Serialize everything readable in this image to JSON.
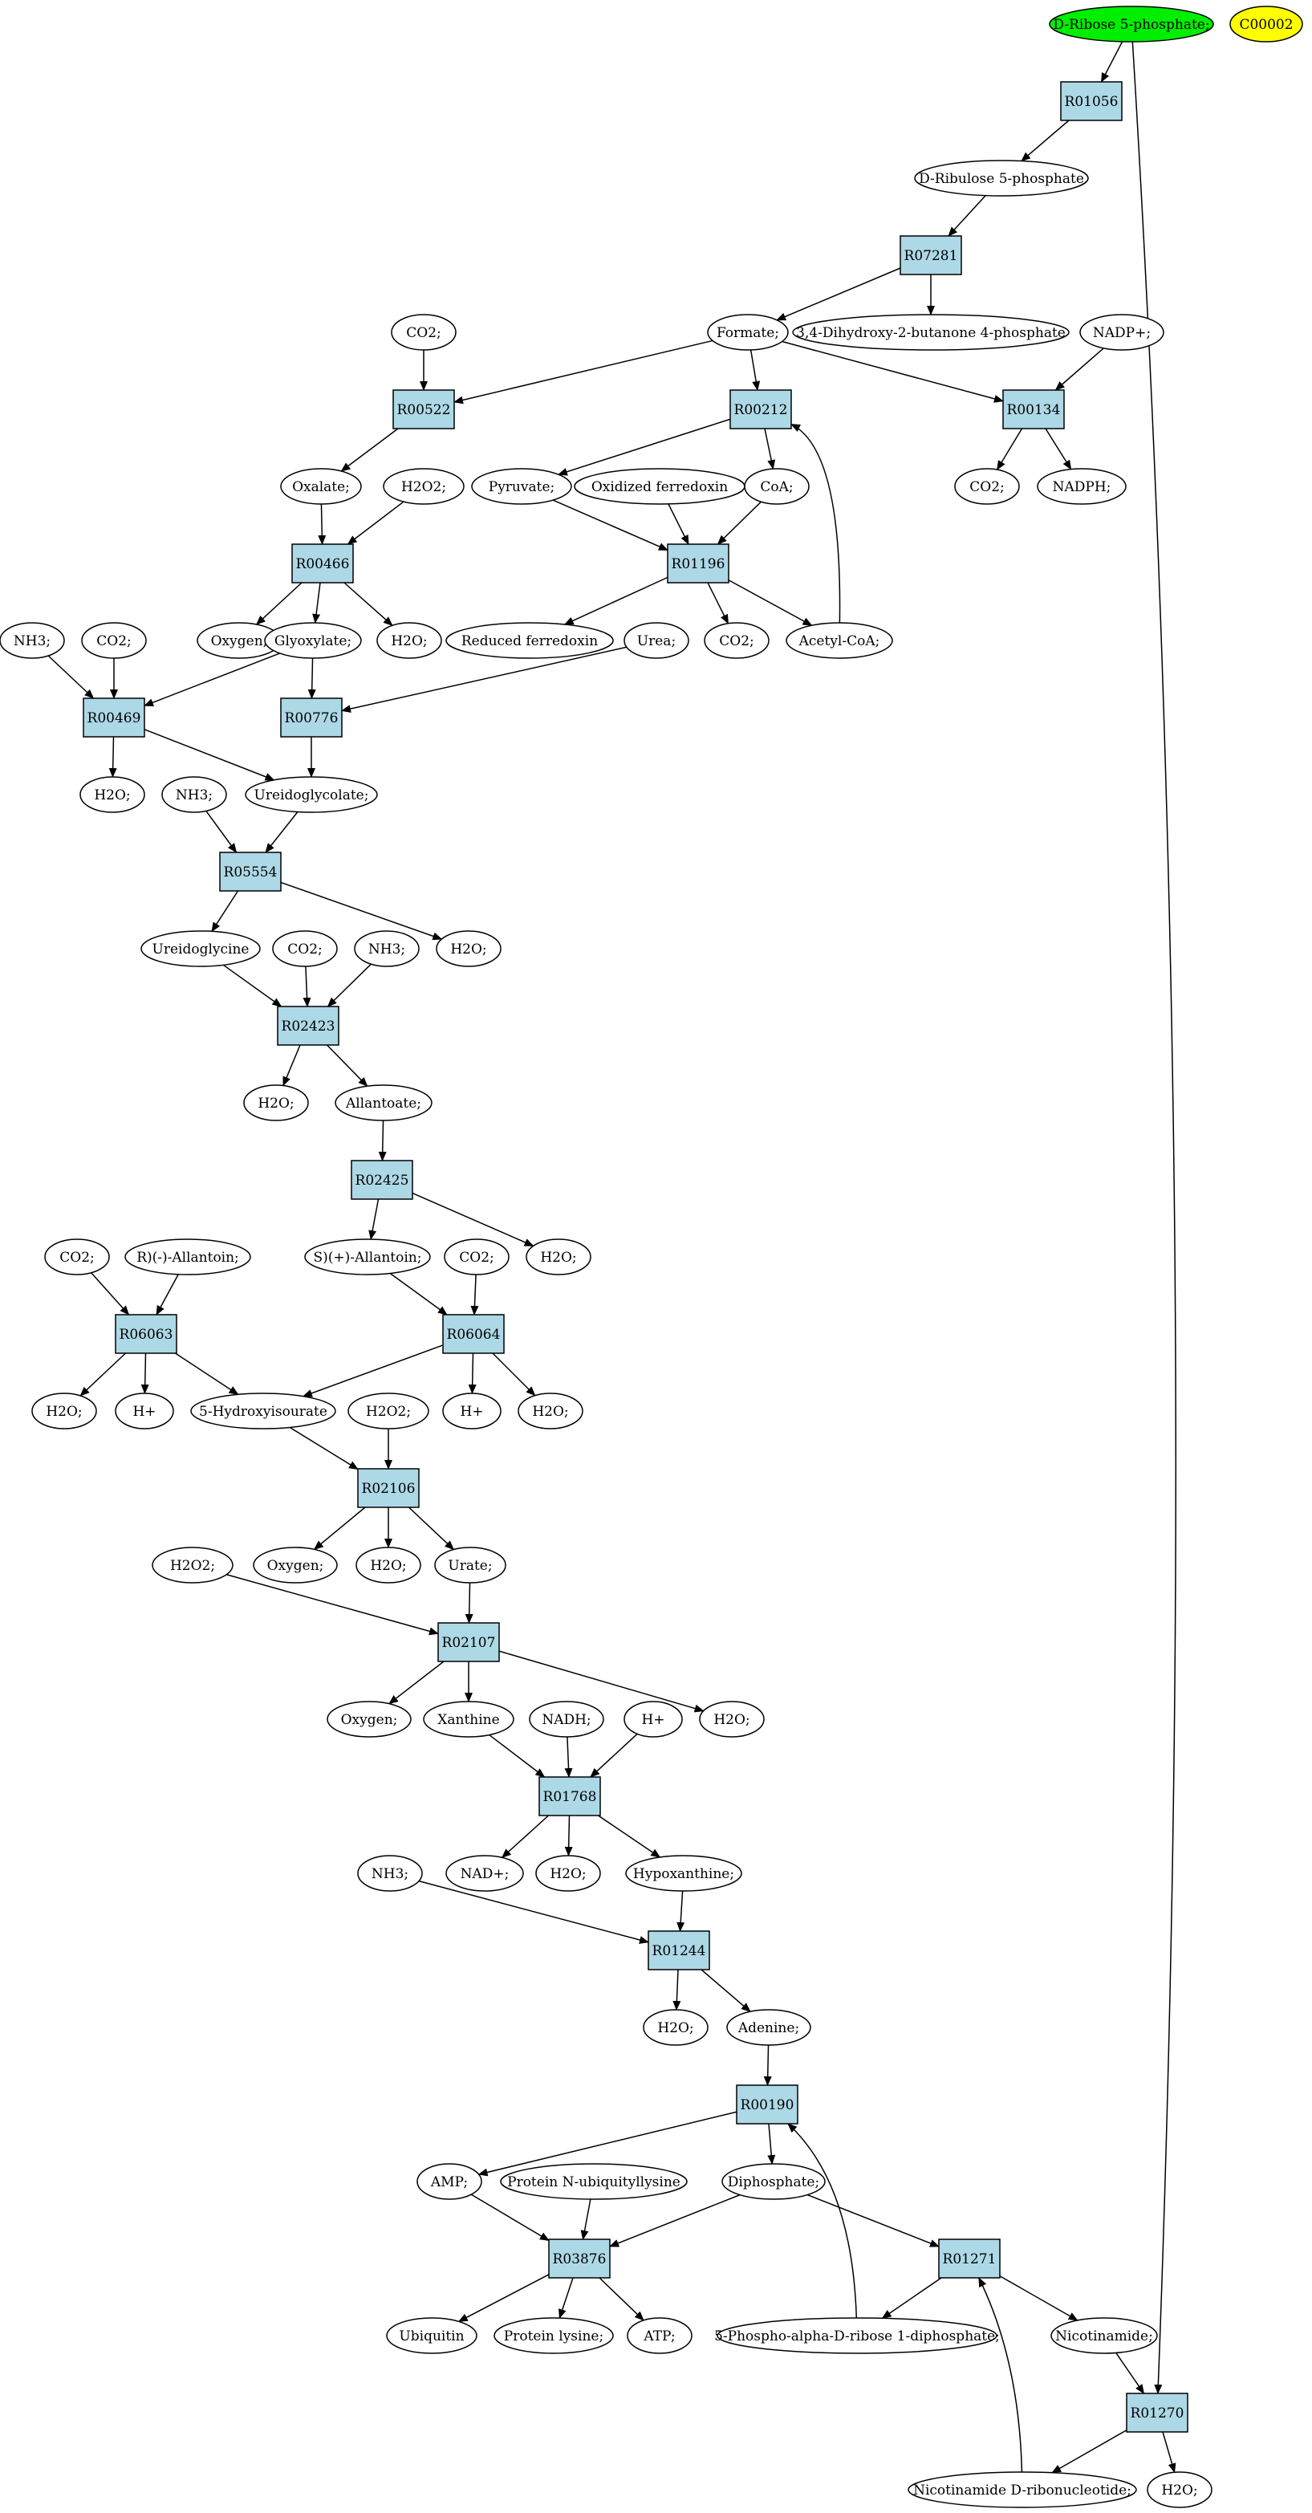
{
  "diagram": {
    "colors": {
      "reaction_fill": "#add8e6",
      "metabolite_fill": "#ffffff",
      "start_fill": "#00ee00",
      "target_fill": "#ffff00"
    },
    "nodes": [
      {
        "id": "m_ribose5p",
        "kind": "metabolite",
        "label": "D-Ribose 5-phosphate;",
        "role": "start"
      },
      {
        "id": "m_c00002",
        "kind": "metabolite",
        "label": "C00002",
        "role": "target"
      },
      {
        "id": "r_R01056",
        "kind": "reaction",
        "label": "R01056"
      },
      {
        "id": "m_ribulose5p",
        "kind": "metabolite",
        "label": "D-Ribulose 5-phosphate"
      },
      {
        "id": "r_R07281",
        "kind": "reaction",
        "label": "R07281"
      },
      {
        "id": "m_formate",
        "kind": "metabolite",
        "label": "Formate;"
      },
      {
        "id": "m_dhbp",
        "kind": "metabolite",
        "label": "3,4-Dihydroxy-2-butanone 4-phosphate"
      },
      {
        "id": "m_co2_a",
        "kind": "metabolite",
        "label": "CO2;"
      },
      {
        "id": "m_nadp",
        "kind": "metabolite",
        "label": "NADP+;"
      },
      {
        "id": "r_R00522",
        "kind": "reaction",
        "label": "R00522"
      },
      {
        "id": "r_R00212",
        "kind": "reaction",
        "label": "R00212"
      },
      {
        "id": "r_R00134",
        "kind": "reaction",
        "label": "R00134"
      },
      {
        "id": "m_oxalate",
        "kind": "metabolite",
        "label": "Oxalate;"
      },
      {
        "id": "m_h2o2_a",
        "kind": "metabolite",
        "label": "H2O2;"
      },
      {
        "id": "m_pyruvate",
        "kind": "metabolite",
        "label": "Pyruvate;"
      },
      {
        "id": "m_oxfd",
        "kind": "metabolite",
        "label": "Oxidized ferredoxin"
      },
      {
        "id": "m_coa",
        "kind": "metabolite",
        "label": "CoA;"
      },
      {
        "id": "m_co2_b",
        "kind": "metabolite",
        "label": "CO2;"
      },
      {
        "id": "m_nadph",
        "kind": "metabolite",
        "label": "NADPH;"
      },
      {
        "id": "r_R00466",
        "kind": "reaction",
        "label": "R00466"
      },
      {
        "id": "r_R01196",
        "kind": "reaction",
        "label": "R01196"
      },
      {
        "id": "m_nh3_a",
        "kind": "metabolite",
        "label": "NH3;"
      },
      {
        "id": "m_co2_c",
        "kind": "metabolite",
        "label": "CO2;"
      },
      {
        "id": "m_oxygen_a",
        "kind": "metabolite",
        "label": "Oxygen;"
      },
      {
        "id": "m_glyoxylate",
        "kind": "metabolite",
        "label": "Glyoxylate;"
      },
      {
        "id": "m_h2o_a",
        "kind": "metabolite",
        "label": "H2O;"
      },
      {
        "id": "m_redfd",
        "kind": "metabolite",
        "label": "Reduced ferredoxin"
      },
      {
        "id": "m_urea",
        "kind": "metabolite",
        "label": "Urea;"
      },
      {
        "id": "m_co2_d",
        "kind": "metabolite",
        "label": "CO2;"
      },
      {
        "id": "m_acetylcoa",
        "kind": "metabolite",
        "label": "Acetyl-CoA;"
      },
      {
        "id": "r_R00469",
        "kind": "reaction",
        "label": "R00469"
      },
      {
        "id": "r_R00776",
        "kind": "reaction",
        "label": "R00776"
      },
      {
        "id": "m_h2o_b",
        "kind": "metabolite",
        "label": "H2O;"
      },
      {
        "id": "m_nh3_b",
        "kind": "metabolite",
        "label": "NH3;"
      },
      {
        "id": "m_ureidoglycolate",
        "kind": "metabolite",
        "label": "Ureidoglycolate;"
      },
      {
        "id": "r_R05554",
        "kind": "reaction",
        "label": "R05554"
      },
      {
        "id": "m_ureidoglycine",
        "kind": "metabolite",
        "label": "Ureidoglycine"
      },
      {
        "id": "m_co2_e",
        "kind": "metabolite",
        "label": "CO2;"
      },
      {
        "id": "m_nh3_c",
        "kind": "metabolite",
        "label": "NH3;"
      },
      {
        "id": "m_h2o_c",
        "kind": "metabolite",
        "label": "H2O;"
      },
      {
        "id": "r_R02423",
        "kind": "reaction",
        "label": "R02423"
      },
      {
        "id": "m_h2o_d",
        "kind": "metabolite",
        "label": "H2O;"
      },
      {
        "id": "m_allantoate",
        "kind": "metabolite",
        "label": "Allantoate;"
      },
      {
        "id": "r_R02425",
        "kind": "reaction",
        "label": "R02425"
      },
      {
        "id": "m_co2_f",
        "kind": "metabolite",
        "label": "CO2;"
      },
      {
        "id": "m_rallantoin",
        "kind": "metabolite",
        "label": "R)(-)-Allantoin;"
      },
      {
        "id": "m_sallantoin",
        "kind": "metabolite",
        "label": "S)(+)-Allantoin;"
      },
      {
        "id": "m_co2_g",
        "kind": "metabolite",
        "label": "CO2;"
      },
      {
        "id": "m_h2o_e",
        "kind": "metabolite",
        "label": "H2O;"
      },
      {
        "id": "r_R06063",
        "kind": "reaction",
        "label": "R06063"
      },
      {
        "id": "r_R06064",
        "kind": "reaction",
        "label": "R06064"
      },
      {
        "id": "m_h2o_f",
        "kind": "metabolite",
        "label": "H2O;"
      },
      {
        "id": "m_hplus_a",
        "kind": "metabolite",
        "label": "H+"
      },
      {
        "id": "m_hiu",
        "kind": "metabolite",
        "label": "5-Hydroxyisourate"
      },
      {
        "id": "m_h2o2_b",
        "kind": "metabolite",
        "label": "H2O2;"
      },
      {
        "id": "m_hplus_b",
        "kind": "metabolite",
        "label": "H+"
      },
      {
        "id": "m_h2o_g",
        "kind": "metabolite",
        "label": "H2O;"
      },
      {
        "id": "r_R02106",
        "kind": "reaction",
        "label": "R02106"
      },
      {
        "id": "m_h2o2_c",
        "kind": "metabolite",
        "label": "H2O2;"
      },
      {
        "id": "m_oxygen_b",
        "kind": "metabolite",
        "label": "Oxygen;"
      },
      {
        "id": "m_h2o_h",
        "kind": "metabolite",
        "label": "H2O;"
      },
      {
        "id": "m_urate",
        "kind": "metabolite",
        "label": "Urate;"
      },
      {
        "id": "r_R02107",
        "kind": "reaction",
        "label": "R02107"
      },
      {
        "id": "m_oxygen_c",
        "kind": "metabolite",
        "label": "Oxygen;"
      },
      {
        "id": "m_xanthine",
        "kind": "metabolite",
        "label": "Xanthine"
      },
      {
        "id": "m_nadh",
        "kind": "metabolite",
        "label": "NADH;"
      },
      {
        "id": "m_hplus_c",
        "kind": "metabolite",
        "label": "H+"
      },
      {
        "id": "m_h2o_i",
        "kind": "metabolite",
        "label": "H2O;"
      },
      {
        "id": "r_R01768",
        "kind": "reaction",
        "label": "R01768"
      },
      {
        "id": "m_nh3_d",
        "kind": "metabolite",
        "label": "NH3;"
      },
      {
        "id": "m_nad",
        "kind": "metabolite",
        "label": "NAD+;"
      },
      {
        "id": "m_h2o_j",
        "kind": "metabolite",
        "label": "H2O;"
      },
      {
        "id": "m_hypoxanthine",
        "kind": "metabolite",
        "label": "Hypoxanthine;"
      },
      {
        "id": "r_R01244",
        "kind": "reaction",
        "label": "R01244"
      },
      {
        "id": "m_h2o_k",
        "kind": "metabolite",
        "label": "H2O;"
      },
      {
        "id": "m_adenine",
        "kind": "metabolite",
        "label": "Adenine;"
      },
      {
        "id": "r_R00190",
        "kind": "reaction",
        "label": "R00190"
      },
      {
        "id": "m_amp",
        "kind": "metabolite",
        "label": "AMP;"
      },
      {
        "id": "m_protubq",
        "kind": "metabolite",
        "label": "Protein N-ubiquityllysine"
      },
      {
        "id": "m_diphosphate",
        "kind": "metabolite",
        "label": "Diphosphate;"
      },
      {
        "id": "r_R03876",
        "kind": "reaction",
        "label": "R03876"
      },
      {
        "id": "r_R01271",
        "kind": "reaction",
        "label": "R01271"
      },
      {
        "id": "m_ubiquitin",
        "kind": "metabolite",
        "label": "Ubiquitin"
      },
      {
        "id": "m_protlys",
        "kind": "metabolite",
        "label": "Protein lysine;"
      },
      {
        "id": "m_atp",
        "kind": "metabolite",
        "label": "ATP;"
      },
      {
        "id": "m_prpp",
        "kind": "metabolite",
        "label": "5-Phospho-alpha-D-ribose 1-diphosphate;"
      },
      {
        "id": "m_nicotinamide",
        "kind": "metabolite",
        "label": "Nicotinamide;"
      },
      {
        "id": "r_R01270",
        "kind": "reaction",
        "label": "R01270"
      },
      {
        "id": "m_nmn",
        "kind": "metabolite",
        "label": "Nicotinamide D-ribonucleotide;"
      },
      {
        "id": "m_h2o_l",
        "kind": "metabolite",
        "label": "H2O;"
      }
    ],
    "edges": [
      [
        "m_ribose5p",
        "r_R01056"
      ],
      [
        "m_ribose5p",
        "r_R01270"
      ],
      [
        "r_R01056",
        "m_ribulose5p"
      ],
      [
        "m_ribulose5p",
        "r_R07281"
      ],
      [
        "r_R07281",
        "m_formate"
      ],
      [
        "r_R07281",
        "m_dhbp"
      ],
      [
        "m_formate",
        "r_R00522"
      ],
      [
        "m_formate",
        "r_R00212"
      ],
      [
        "m_formate",
        "r_R00134"
      ],
      [
        "m_co2_a",
        "r_R00522"
      ],
      [
        "m_nadp",
        "r_R00134"
      ],
      [
        "r_R00522",
        "m_oxalate"
      ],
      [
        "r_R00212",
        "m_pyruvate"
      ],
      [
        "r_R00212",
        "m_coa"
      ],
      [
        "r_R00134",
        "m_co2_b"
      ],
      [
        "r_R00134",
        "m_nadph"
      ],
      [
        "m_oxalate",
        "r_R00466"
      ],
      [
        "m_h2o2_a",
        "r_R00466"
      ],
      [
        "m_pyruvate",
        "r_R01196"
      ],
      [
        "m_oxfd",
        "r_R01196"
      ],
      [
        "m_coa",
        "r_R01196"
      ],
      [
        "r_R00466",
        "m_oxygen_a"
      ],
      [
        "r_R00466",
        "m_glyoxylate"
      ],
      [
        "r_R00466",
        "m_h2o_a"
      ],
      [
        "r_R01196",
        "m_redfd"
      ],
      [
        "r_R01196",
        "m_co2_d"
      ],
      [
        "r_R01196",
        "m_acetylcoa"
      ],
      [
        "m_acetylcoa",
        "r_R00212"
      ],
      [
        "m_nh3_a",
        "r_R00469"
      ],
      [
        "m_co2_c",
        "r_R00469"
      ],
      [
        "m_glyoxylate",
        "r_R00469"
      ],
      [
        "m_glyoxylate",
        "r_R00776"
      ],
      [
        "m_urea",
        "r_R00776"
      ],
      [
        "r_R00469",
        "m_h2o_b"
      ],
      [
        "r_R00469",
        "m_ureidoglycolate"
      ],
      [
        "r_R00776",
        "m_ureidoglycolate"
      ],
      [
        "m_nh3_b",
        "r_R05554"
      ],
      [
        "m_ureidoglycolate",
        "r_R05554"
      ],
      [
        "r_R05554",
        "m_ureidoglycine"
      ],
      [
        "r_R05554",
        "m_h2o_c"
      ],
      [
        "m_ureidoglycine",
        "r_R02423"
      ],
      [
        "m_co2_e",
        "r_R02423"
      ],
      [
        "m_nh3_c",
        "r_R02423"
      ],
      [
        "r_R02423",
        "m_h2o_d"
      ],
      [
        "r_R02423",
        "m_allantoate"
      ],
      [
        "m_allantoate",
        "r_R02425"
      ],
      [
        "r_R02425",
        "m_sallantoin"
      ],
      [
        "r_R02425",
        "m_h2o_e"
      ],
      [
        "m_co2_f",
        "r_R06063"
      ],
      [
        "m_rallantoin",
        "r_R06063"
      ],
      [
        "m_sallantoin",
        "r_R06064"
      ],
      [
        "m_co2_g",
        "r_R06064"
      ],
      [
        "r_R06063",
        "m_h2o_f"
      ],
      [
        "r_R06063",
        "m_hplus_a"
      ],
      [
        "r_R06063",
        "m_hiu"
      ],
      [
        "r_R06064",
        "m_hiu"
      ],
      [
        "r_R06064",
        "m_hplus_b"
      ],
      [
        "r_R06064",
        "m_h2o_g"
      ],
      [
        "m_hiu",
        "r_R02106"
      ],
      [
        "m_h2o2_b",
        "r_R02106"
      ],
      [
        "r_R02106",
        "m_oxygen_b"
      ],
      [
        "r_R02106",
        "m_h2o_h"
      ],
      [
        "r_R02106",
        "m_urate"
      ],
      [
        "m_h2o2_c",
        "r_R02107"
      ],
      [
        "m_urate",
        "r_R02107"
      ],
      [
        "r_R02107",
        "m_oxygen_c"
      ],
      [
        "r_R02107",
        "m_xanthine"
      ],
      [
        "r_R02107",
        "m_h2o_i"
      ],
      [
        "m_xanthine",
        "r_R01768"
      ],
      [
        "m_nadh",
        "r_R01768"
      ],
      [
        "m_hplus_c",
        "r_R01768"
      ],
      [
        "r_R01768",
        "m_nad"
      ],
      [
        "r_R01768",
        "m_h2o_j"
      ],
      [
        "r_R01768",
        "m_hypoxanthine"
      ],
      [
        "m_nh3_d",
        "r_R01244"
      ],
      [
        "m_hypoxanthine",
        "r_R01244"
      ],
      [
        "r_R01244",
        "m_h2o_k"
      ],
      [
        "r_R01244",
        "m_adenine"
      ],
      [
        "m_adenine",
        "r_R00190"
      ],
      [
        "m_prpp",
        "r_R00190"
      ],
      [
        "r_R00190",
        "m_amp"
      ],
      [
        "r_R00190",
        "m_diphosphate"
      ],
      [
        "m_amp",
        "r_R03876"
      ],
      [
        "m_protubq",
        "r_R03876"
      ],
      [
        "m_diphosphate",
        "r_R03876"
      ],
      [
        "m_diphosphate",
        "r_R01271"
      ],
      [
        "m_nmn",
        "r_R01271"
      ],
      [
        "r_R03876",
        "m_ubiquitin"
      ],
      [
        "r_R03876",
        "m_protlys"
      ],
      [
        "r_R03876",
        "m_atp"
      ],
      [
        "r_R01271",
        "m_prpp"
      ],
      [
        "r_R01271",
        "m_nicotinamide"
      ],
      [
        "m_nicotinamide",
        "r_R01270"
      ],
      [
        "r_R01270",
        "m_nmn"
      ],
      [
        "r_R01270",
        "m_h2o_l"
      ]
    ]
  }
}
